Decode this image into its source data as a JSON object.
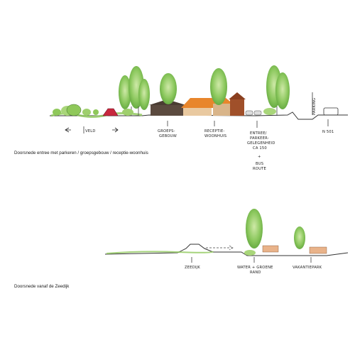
{
  "section1": {
    "caption": "Doorsnede entree met parkeren / groepsgebouw / receptie-woonhuis",
    "labels": {
      "veld": "VELD",
      "groepsgebouw": [
        "GROEPS-",
        "GEBOUW"
      ],
      "receptie": [
        "RECEPTIE-",
        "WOONHUIS"
      ],
      "entree": [
        "ENTREE/",
        "PARKEER-",
        "GELEGENHEID",
        "CA 150"
      ],
      "plus": "+",
      "busroute": [
        "BUS",
        "ROUTE"
      ],
      "parking_sign": "PARKING",
      "n501": "N 501"
    }
  },
  "section2": {
    "caption": "Doorsnede vanaf de Zeedijk",
    "labels": {
      "zeedijk": "ZEEDIJK",
      "water": [
        "WATER + GROENE",
        "RAND"
      ],
      "vakantiepark": "VAKANTIEPARK"
    }
  },
  "colors": {
    "tree": "#7cbf4f",
    "tree_light": "#b8dc8a",
    "roof_orange": "#e8862c",
    "tent_red": "#c8283e",
    "building_dark": "#5b4a3f",
    "ground": "#8fc85a"
  }
}
